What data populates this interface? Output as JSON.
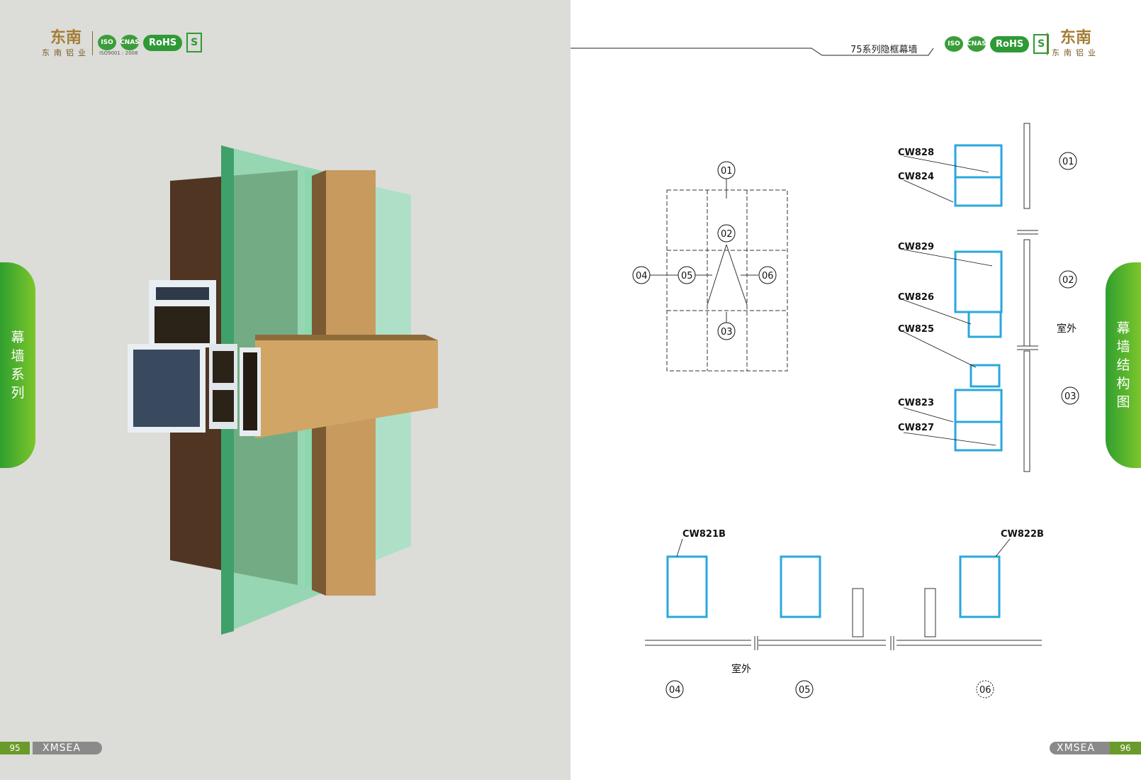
{
  "brand": {
    "logo_mark": "东南",
    "name": "东南铝业",
    "footer_brand": "XMSEA",
    "iso_text": "ISO9001 : 2008"
  },
  "certs": {
    "rohs": "RoHS",
    "s_mark": "S",
    "cert1": "ISO",
    "cert2": "CNAS"
  },
  "left_page": {
    "side_tab": [
      "幕",
      "墙",
      "系",
      "列"
    ],
    "page_number": "95"
  },
  "right_page": {
    "header_title": "75系列隐框幕墙",
    "side_tab": [
      "幕",
      "墙",
      "结",
      "构",
      "图"
    ],
    "page_number": "96"
  },
  "grid_diagram": {
    "labels": [
      "01",
      "02",
      "03",
      "04",
      "05",
      "06"
    ]
  },
  "vertical_sections": {
    "section_labels": [
      "01",
      "02",
      "03"
    ],
    "part_codes": [
      "CW828",
      "CW824",
      "CW829",
      "CW826",
      "CW825",
      "CW823",
      "CW827"
    ],
    "exterior_label": "室外"
  },
  "horizontal_sections": {
    "part_codes": [
      "CW821B",
      "CW822B"
    ],
    "section_labels": [
      "04",
      "05",
      "06"
    ],
    "exterior_label": "室外"
  },
  "colors": {
    "profile_blue": "#2aa7dd",
    "green_tab": "#3aa535",
    "bronze": "#c89a5e"
  }
}
